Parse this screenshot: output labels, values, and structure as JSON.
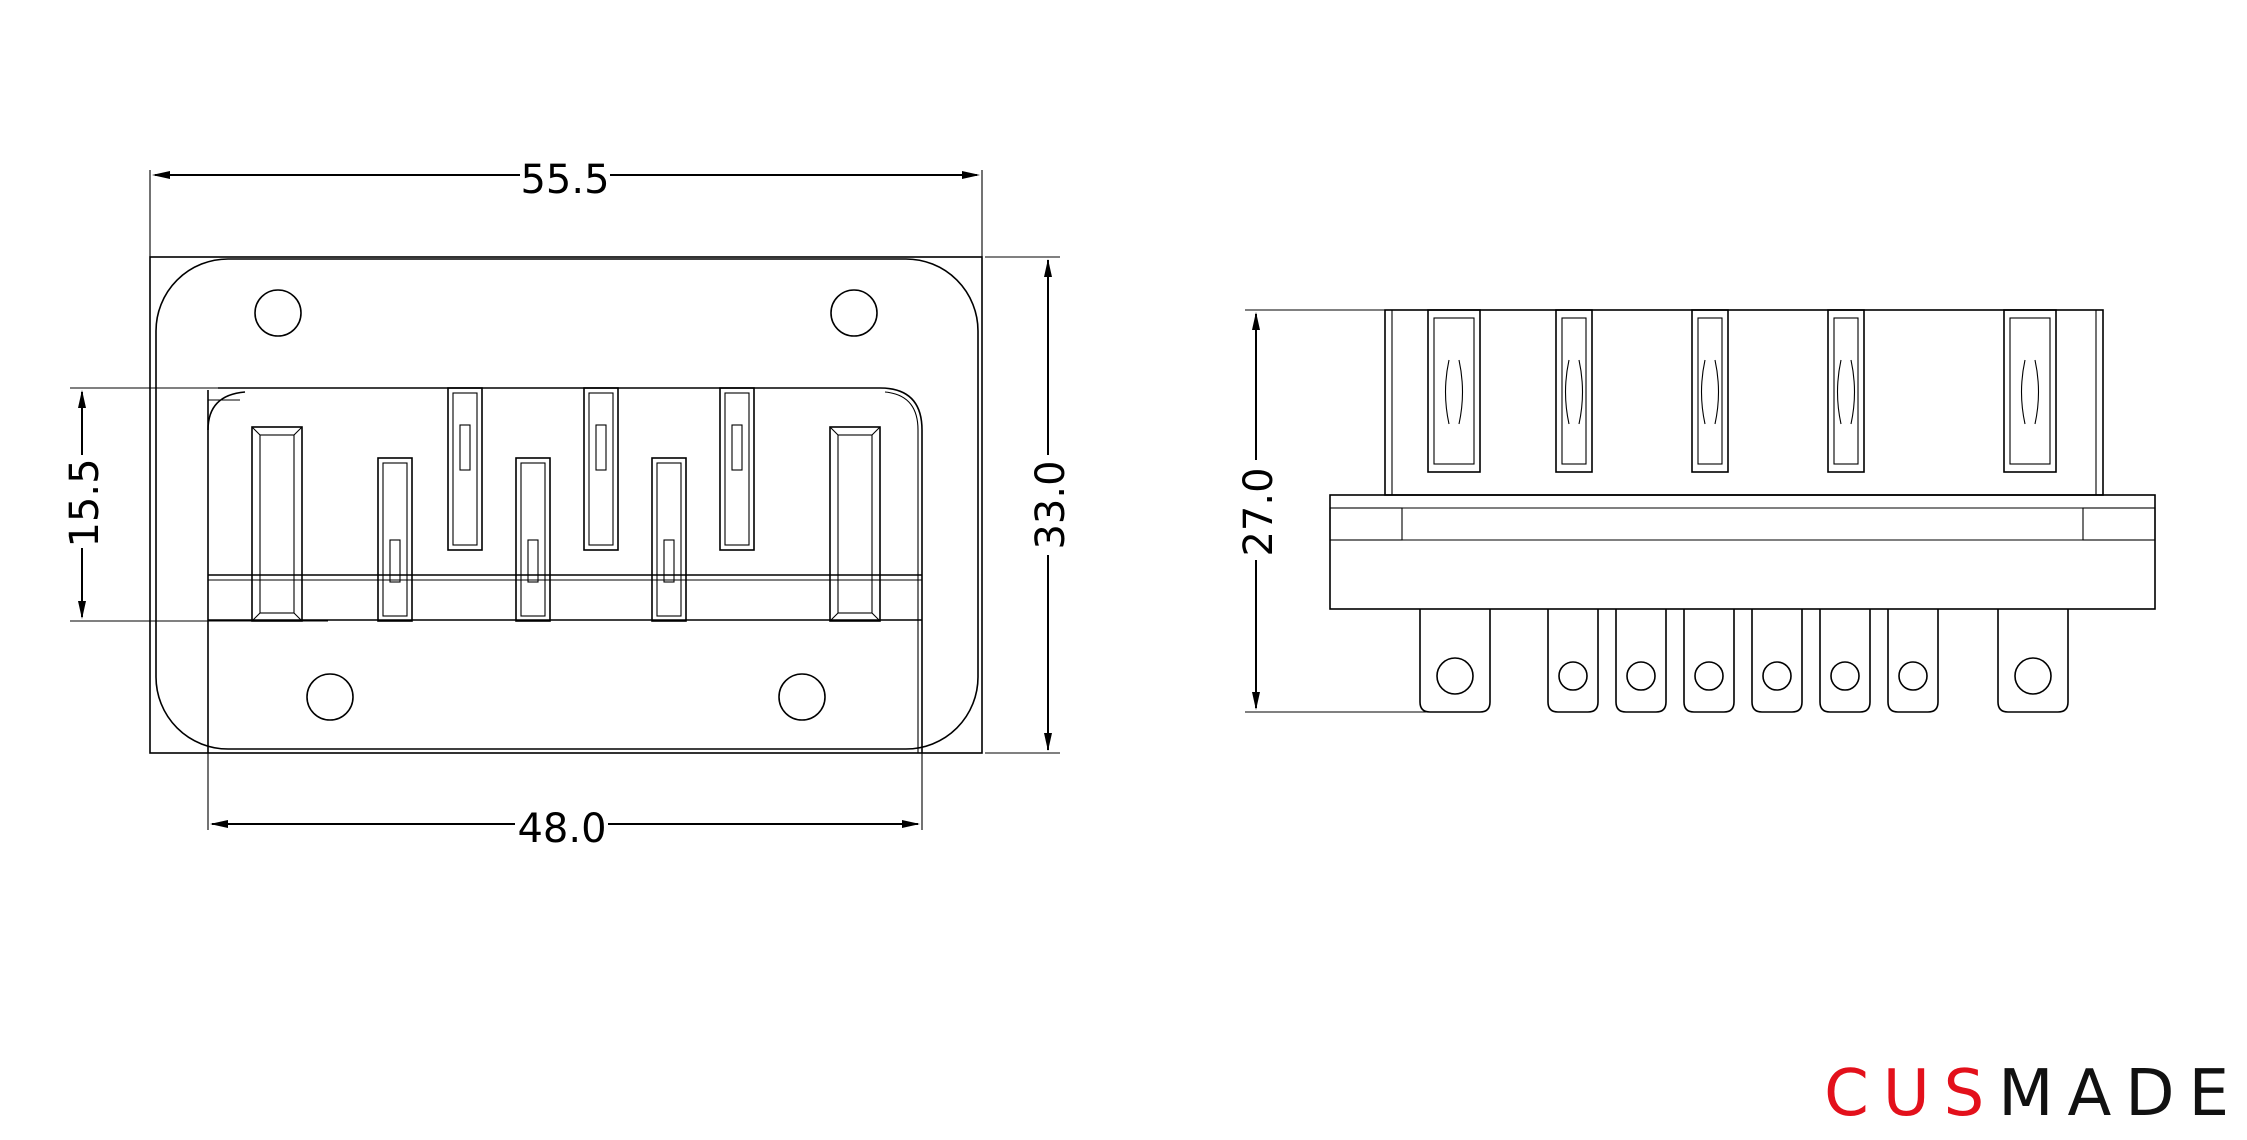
{
  "drawing": {
    "dimensions": {
      "front_width": "55.5",
      "front_height": "33.0",
      "front_inner_width": "48.0",
      "front_slot_height": "15.5",
      "side_height": "27.0"
    },
    "front_view": {
      "mounting_holes": 4,
      "terminal_slots": 8
    },
    "side_view": {
      "top_pins": 5,
      "bottom_tabs": 8
    }
  },
  "brand": {
    "part1": "CUS",
    "part2": "MADE",
    "accent_color": "#e3101b"
  }
}
